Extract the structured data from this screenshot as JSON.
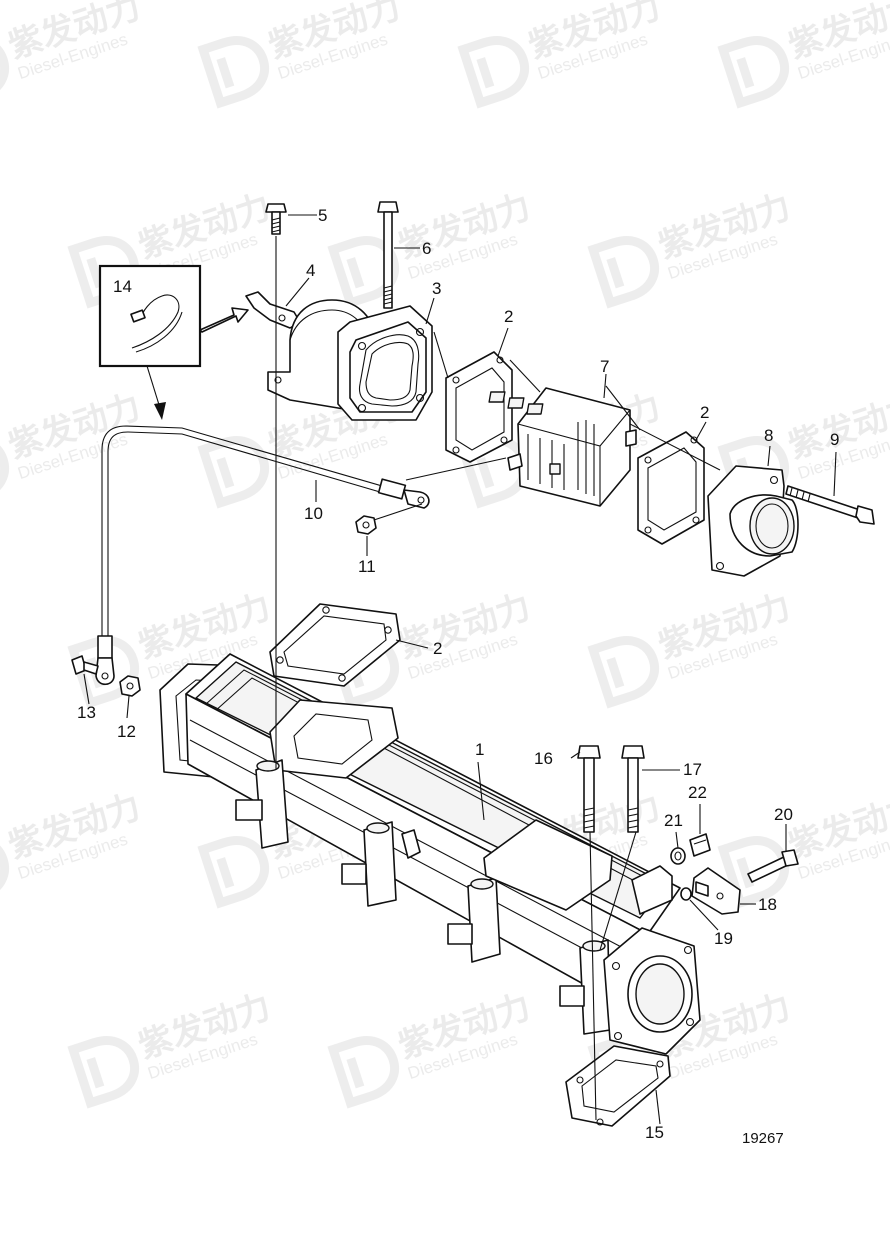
{
  "watermark": {
    "brand_cn": "紫发动力",
    "brand_en": "Diesel-Engines",
    "logo_icon": "d-logo-icon"
  },
  "drawing_number": "19267",
  "callouts": [
    {
      "id": "c1",
      "label": "1"
    },
    {
      "id": "c2a",
      "label": "2"
    },
    {
      "id": "c2b",
      "label": "2"
    },
    {
      "id": "c2c",
      "label": "2"
    },
    {
      "id": "c3",
      "label": "3"
    },
    {
      "id": "c4",
      "label": "4"
    },
    {
      "id": "c5",
      "label": "5"
    },
    {
      "id": "c6",
      "label": "6"
    },
    {
      "id": "c7",
      "label": "7"
    },
    {
      "id": "c8",
      "label": "8"
    },
    {
      "id": "c9",
      "label": "9"
    },
    {
      "id": "c10",
      "label": "10"
    },
    {
      "id": "c11",
      "label": "11"
    },
    {
      "id": "c12",
      "label": "12"
    },
    {
      "id": "c13",
      "label": "13"
    },
    {
      "id": "c14",
      "label": "14"
    },
    {
      "id": "c15",
      "label": "15"
    },
    {
      "id": "c16",
      "label": "16"
    },
    {
      "id": "c17",
      "label": "17"
    },
    {
      "id": "c18",
      "label": "18"
    },
    {
      "id": "c19",
      "label": "19"
    },
    {
      "id": "c20",
      "label": "20"
    },
    {
      "id": "c21",
      "label": "21"
    },
    {
      "id": "c22",
      "label": "22"
    }
  ]
}
